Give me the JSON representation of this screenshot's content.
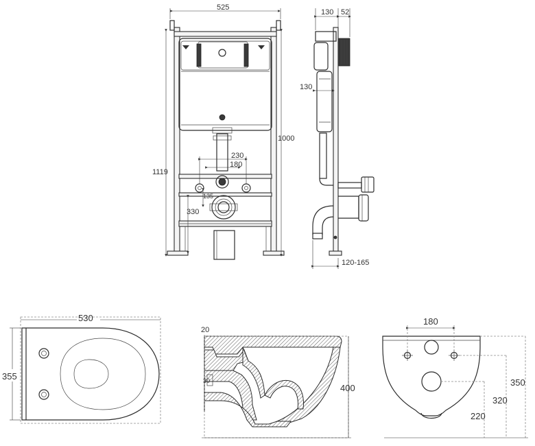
{
  "frame_front": {
    "width": "525",
    "height_total": "1119",
    "height_frame": "1000",
    "bolt_outer": "230",
    "bolt_inner": "180",
    "pipe_offset": "135",
    "drain_height": "330"
  },
  "frame_side": {
    "depth_top": "130",
    "offset_top": "52",
    "depth_cistern": "130",
    "adjust_range": "120-165"
  },
  "bowl_top": {
    "length": "530",
    "width": "355"
  },
  "bowl_section": {
    "rim": "20",
    "wall": "30",
    "height": "400"
  },
  "bowl_back": {
    "bolt_spacing": "180",
    "h1": "350",
    "h2": "320",
    "h3": "220"
  }
}
